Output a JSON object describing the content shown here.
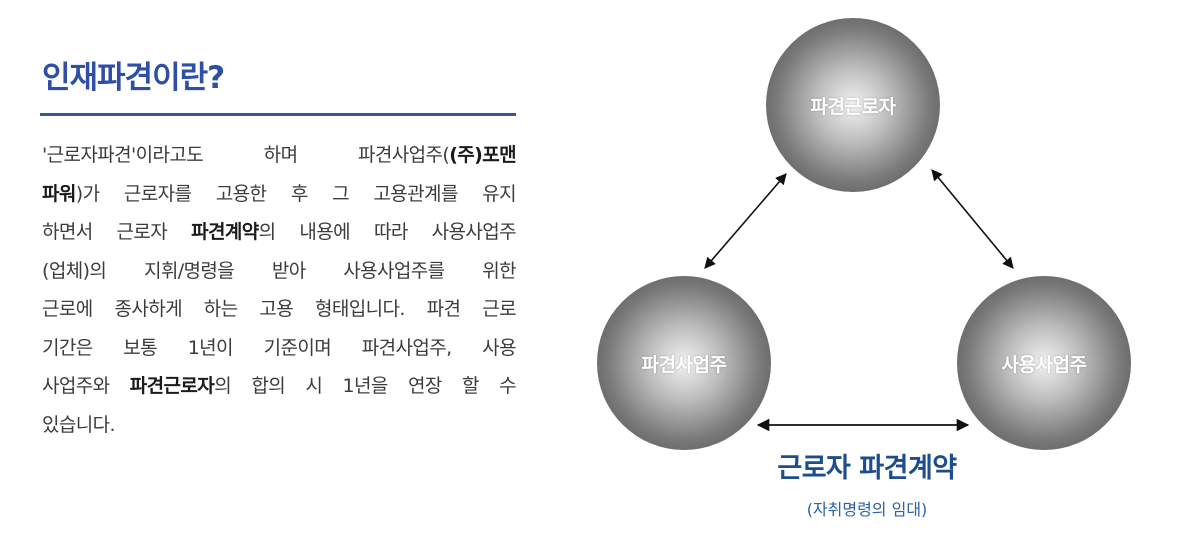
{
  "section": {
    "title": "인재파견이란?",
    "paragraph_lines": [
      [
        "'근로자파견'이라고도 하며 파견사업주(",
        "(주)포맨",
        ""
      ],
      [
        "파워",
        ")가 근로자를 고용한 후 그 고용관계를 유지",
        ""
      ],
      [
        "하면서 근로자 ",
        "파견계약",
        "의 내용에 따라 사용사업주"
      ],
      [
        "(업체)의 지휘/명령을 받아 사용사업주를 위한",
        "",
        ""
      ],
      [
        "근로에 종사하게 하는 고용 형태입니다. 파견 근로",
        "",
        ""
      ],
      [
        "기간은 보통 1년이 기준이며 파견사업주, 사용",
        "",
        ""
      ],
      [
        "사업주와 ",
        "파견근로자",
        "의 합의 시 1년을 연장 할 수"
      ],
      [
        "있습니다.",
        "",
        ""
      ]
    ]
  },
  "diagram": {
    "nodes": {
      "top": "파견근로자",
      "left": "파견사업주",
      "right": "사용사업주"
    },
    "contract_label": "근로자 파견계약",
    "contract_sub": "(자취명령의 임대)"
  },
  "colors": {
    "title": "#2f4fa6",
    "rule": "#3a5593",
    "contract": "#1d4d8c",
    "arrow": "#111111"
  }
}
